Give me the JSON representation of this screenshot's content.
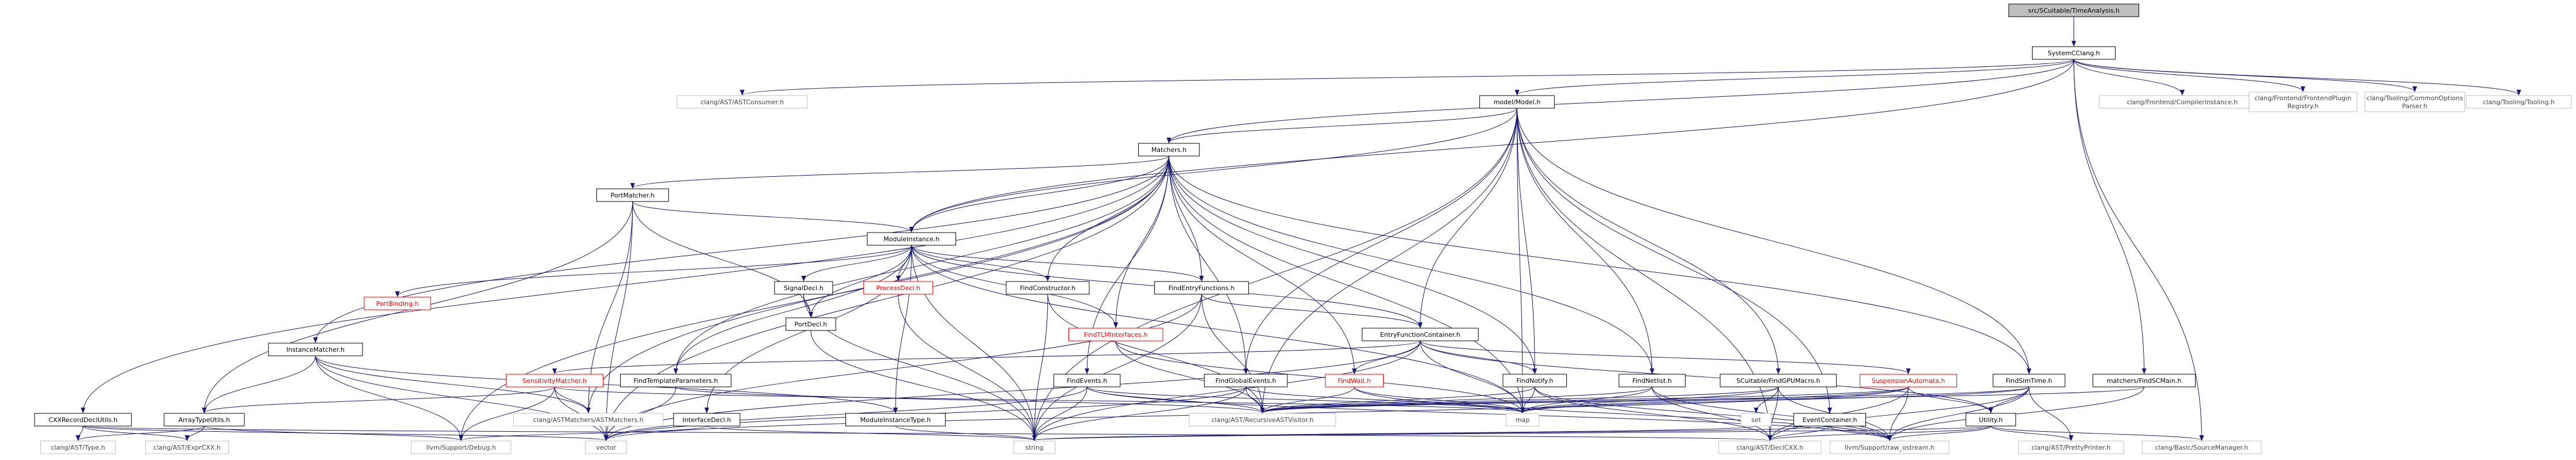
{
  "colors": {
    "edge": "#191970",
    "box_border": "#000000",
    "box_fill": "#ffffff",
    "root_fill": "#bfbfbf",
    "ext_border": "#bfbfbf",
    "ext_text": "#444444",
    "red_border": "#ff0000",
    "red_text": "#ff0000",
    "text": "#000000"
  },
  "nodes": [
    {
      "id": "root",
      "label": "src/SCuitable/TimeAnalysis.h",
      "kind": "root"
    },
    {
      "id": "systemc",
      "label": "SystemCClang.h",
      "kind": "normal"
    },
    {
      "id": "astconsumer",
      "label": "clang/AST/ASTConsumer.h",
      "kind": "ext"
    },
    {
      "id": "model",
      "label": "model/Model.h",
      "kind": "normal"
    },
    {
      "id": "compilerinstance",
      "label": "clang/Frontend/CompilerInstance.h",
      "kind": "ext"
    },
    {
      "id": "frontendplugin",
      "label": "clang/Frontend/FrontendPluginRegistry.h",
      "kind": "ext"
    },
    {
      "id": "commonoptions",
      "label": "clang/Tooling/CommonOptionsParser.h",
      "kind": "ext"
    },
    {
      "id": "tooling",
      "label": "clang/Tooling/Tooling.h",
      "kind": "ext"
    },
    {
      "id": "matchers",
      "label": "Matchers.h",
      "kind": "normal"
    },
    {
      "id": "portmatcher",
      "label": "PortMatcher.h",
      "kind": "normal"
    },
    {
      "id": "moduleinstance",
      "label": "ModuleInstance.h",
      "kind": "normal"
    },
    {
      "id": "cxxrecord",
      "label": "CXXRecordDeclUtils.h",
      "kind": "normal"
    },
    {
      "id": "portbinding",
      "label": "PortBinding.h",
      "kind": "red"
    },
    {
      "id": "instancematcher",
      "label": "InstanceMatcher.h",
      "kind": "normal"
    },
    {
      "id": "signaldecl",
      "label": "SignalDecl.h",
      "kind": "normal"
    },
    {
      "id": "processdecl",
      "label": "ProcessDecl.h",
      "kind": "red"
    },
    {
      "id": "portdecl",
      "label": "PortDecl.h",
      "kind": "normal"
    },
    {
      "id": "findconstructor",
      "label": "FindConstructor.h",
      "kind": "normal"
    },
    {
      "id": "findentryfunctions",
      "label": "FindEntryFunctions.h",
      "kind": "normal"
    },
    {
      "id": "findtlm",
      "label": "FindTLMInterfaces.h",
      "kind": "red"
    },
    {
      "id": "entryfunctioncontainer",
      "label": "EntryFunctionContainer.h",
      "kind": "normal"
    },
    {
      "id": "findtemplateparams",
      "label": "FindTemplateParameters.h",
      "kind": "normal"
    },
    {
      "id": "findevents",
      "label": "FindEvents.h",
      "kind": "normal"
    },
    {
      "id": "findglobalevents",
      "label": "FindGlobalEvents.h",
      "kind": "normal"
    },
    {
      "id": "findwait",
      "label": "FindWait.h",
      "kind": "red"
    },
    {
      "id": "findnotify",
      "label": "FindNotify.h",
      "kind": "normal"
    },
    {
      "id": "findnetlist",
      "label": "FindNetlist.h",
      "kind": "normal"
    },
    {
      "id": "findgpumacro",
      "label": "SCuitable/FindGPUMacro.h",
      "kind": "normal"
    },
    {
      "id": "suspension",
      "label": "SuspensionAutomata.h",
      "kind": "red"
    },
    {
      "id": "findsimtime",
      "label": "FindSimTime.h",
      "kind": "normal"
    },
    {
      "id": "findscmain",
      "label": "matchers/FindSCMain.h",
      "kind": "normal"
    },
    {
      "id": "sensitivity",
      "label": "SensitivityMatcher.h",
      "kind": "red"
    },
    {
      "id": "arraytypeutils",
      "label": "ArrayTypeUtils.h",
      "kind": "normal"
    },
    {
      "id": "astmatchers",
      "label": "clang/ASTMatchers/ASTMatchers.h",
      "kind": "ext"
    },
    {
      "id": "interfacedecl",
      "label": "InterfaceDecl.h",
      "kind": "normal"
    },
    {
      "id": "moduleinstancetype",
      "label": "ModuleInstanceType.h",
      "kind": "normal"
    },
    {
      "id": "recursiveast",
      "label": "clang/AST/RecursiveASTVisitor.h",
      "kind": "ext"
    },
    {
      "id": "map",
      "label": "map",
      "kind": "ext"
    },
    {
      "id": "set",
      "label": "set",
      "kind": "ext"
    },
    {
      "id": "eventcontainer",
      "label": "EventContainer.h",
      "kind": "normal"
    },
    {
      "id": "utility",
      "label": "Utility.h",
      "kind": "normal"
    },
    {
      "id": "asttype",
      "label": "clang/AST/Type.h",
      "kind": "ext"
    },
    {
      "id": "exprcxx",
      "label": "clang/AST/ExprCXX.h",
      "kind": "ext"
    },
    {
      "id": "debug",
      "label": "llvm/Support/Debug.h",
      "kind": "ext"
    },
    {
      "id": "vector",
      "label": "vector",
      "kind": "ext"
    },
    {
      "id": "string",
      "label": "string",
      "kind": "ext"
    },
    {
      "id": "declcxx",
      "label": "clang/AST/DeclCXX.h",
      "kind": "ext"
    },
    {
      "id": "rawostream",
      "label": "llvm/Support/raw_ostream.h",
      "kind": "ext"
    },
    {
      "id": "prettyprinter",
      "label": "clang/AST/PrettyPrinter.h",
      "kind": "ext"
    },
    {
      "id": "sourcemanager",
      "label": "clang/Basic/SourceManager.h",
      "kind": "ext"
    }
  ],
  "edges": [
    [
      "root",
      "systemc"
    ],
    [
      "systemc",
      "astconsumer"
    ],
    [
      "systemc",
      "model"
    ],
    [
      "systemc",
      "compilerinstance"
    ],
    [
      "systemc",
      "frontendplugin"
    ],
    [
      "systemc",
      "commonoptions"
    ],
    [
      "systemc",
      "tooling"
    ],
    [
      "systemc",
      "matchers"
    ],
    [
      "systemc",
      "findscmain"
    ],
    [
      "systemc",
      "sourcemanager"
    ],
    [
      "systemc",
      "moduleinstance"
    ],
    [
      "model",
      "matchers"
    ],
    [
      "model",
      "moduleinstance"
    ],
    [
      "model",
      "findsimtime"
    ],
    [
      "model",
      "findnetlist"
    ],
    [
      "model",
      "findgpumacro"
    ],
    [
      "model",
      "entryfunctioncontainer"
    ],
    [
      "model",
      "findglobalevents"
    ],
    [
      "model",
      "eventcontainer"
    ],
    [
      "model",
      "map"
    ],
    [
      "model",
      "string"
    ],
    [
      "model",
      "declcxx"
    ],
    [
      "model",
      "recursiveast"
    ],
    [
      "model",
      "findnotify"
    ],
    [
      "matchers",
      "portmatcher"
    ],
    [
      "matchers",
      "moduleinstance"
    ],
    [
      "matchers",
      "cxxrecord"
    ],
    [
      "matchers",
      "instancematcher"
    ],
    [
      "matchers",
      "findconstructor"
    ],
    [
      "matchers",
      "findentryfunctions"
    ],
    [
      "matchers",
      "findtlm"
    ],
    [
      "matchers",
      "findglobalevents"
    ],
    [
      "matchers",
      "findwait"
    ],
    [
      "matchers",
      "findnotify"
    ],
    [
      "matchers",
      "findnetlist"
    ],
    [
      "matchers",
      "findsimtime"
    ],
    [
      "matchers",
      "findtemplateparams"
    ],
    [
      "matchers",
      "findevents"
    ],
    [
      "matchers",
      "vector"
    ],
    [
      "matchers",
      "map"
    ],
    [
      "matchers",
      "astmatchers"
    ],
    [
      "matchers",
      "debug"
    ],
    [
      "portmatcher",
      "moduleinstance"
    ],
    [
      "portmatcher",
      "portdecl"
    ],
    [
      "portmatcher",
      "arraytypeutils"
    ],
    [
      "portmatcher",
      "astmatchers"
    ],
    [
      "portmatcher",
      "vector"
    ],
    [
      "moduleinstance",
      "portbinding"
    ],
    [
      "moduleinstance",
      "signaldecl"
    ],
    [
      "moduleinstance",
      "processdecl"
    ],
    [
      "moduleinstance",
      "portdecl"
    ],
    [
      "moduleinstance",
      "findconstructor"
    ],
    [
      "moduleinstance",
      "findentryfunctions"
    ],
    [
      "moduleinstance",
      "findtlm"
    ],
    [
      "moduleinstance",
      "entryfunctioncontainer"
    ],
    [
      "moduleinstance",
      "interfacedecl"
    ],
    [
      "moduleinstance",
      "moduleinstancetype"
    ],
    [
      "moduleinstance",
      "findtemplateparams"
    ],
    [
      "moduleinstance",
      "map"
    ],
    [
      "moduleinstance",
      "string"
    ],
    [
      "cxxrecord",
      "asttype"
    ],
    [
      "cxxrecord",
      "exprcxx"
    ],
    [
      "cxxrecord",
      "declcxx"
    ],
    [
      "cxxrecord",
      "vector"
    ],
    [
      "instancematcher",
      "arraytypeutils"
    ],
    [
      "instancematcher",
      "astmatchers"
    ],
    [
      "instancematcher",
      "moduleinstancetype"
    ],
    [
      "instancematcher",
      "debug"
    ],
    [
      "instancematcher",
      "vector"
    ],
    [
      "signaldecl",
      "portdecl"
    ],
    [
      "signaldecl",
      "string"
    ],
    [
      "processdecl",
      "string"
    ],
    [
      "portdecl",
      "string"
    ],
    [
      "findconstructor",
      "recursiveast"
    ],
    [
      "findconstructor",
      "string"
    ],
    [
      "findentryfunctions",
      "entryfunctioncontainer"
    ],
    [
      "findentryfunctions",
      "recursiveast"
    ],
    [
      "findentryfunctions",
      "vector"
    ],
    [
      "findentryfunctions",
      "string"
    ],
    [
      "findtlm",
      "recursiveast"
    ],
    [
      "findtlm",
      "map"
    ],
    [
      "entryfunctioncontainer",
      "sensitivity"
    ],
    [
      "entryfunctioncontainer",
      "findwait"
    ],
    [
      "entryfunctioncontainer",
      "findnotify"
    ],
    [
      "entryfunctioncontainer",
      "suspension"
    ],
    [
      "entryfunctioncontainer",
      "utility"
    ],
    [
      "entryfunctioncontainer",
      "map"
    ],
    [
      "entryfunctioncontainer",
      "vector"
    ],
    [
      "entryfunctioncontainer",
      "string"
    ],
    [
      "findtemplateparams",
      "recursiveast"
    ],
    [
      "findtemplateparams",
      "vector"
    ],
    [
      "findevents",
      "recursiveast"
    ],
    [
      "findevents",
      "map"
    ],
    [
      "findevents",
      "string"
    ],
    [
      "findevents",
      "rawostream"
    ],
    [
      "findevents",
      "vector"
    ],
    [
      "findglobalevents",
      "recursiveast"
    ],
    [
      "findglobalevents",
      "map"
    ],
    [
      "findglobalevents",
      "string"
    ],
    [
      "findglobalevents",
      "vector"
    ],
    [
      "findwait",
      "recursiveast"
    ],
    [
      "findwait",
      "map"
    ],
    [
      "findwait",
      "rawostream"
    ],
    [
      "findnotify",
      "recursiveast"
    ],
    [
      "findnotify",
      "map"
    ],
    [
      "findnotify",
      "declcxx"
    ],
    [
      "findnotify",
      "rawostream"
    ],
    [
      "findnetlist",
      "recursiveast"
    ],
    [
      "findnetlist",
      "map"
    ],
    [
      "findnetlist",
      "declcxx"
    ],
    [
      "findnetlist",
      "rawostream"
    ],
    [
      "findgpumacro",
      "set"
    ],
    [
      "findgpumacro",
      "recursiveast"
    ],
    [
      "findgpumacro",
      "map"
    ],
    [
      "findgpumacro",
      "declcxx"
    ],
    [
      "findgpumacro",
      "rawostream"
    ],
    [
      "suspension",
      "utility"
    ],
    [
      "suspension",
      "recursiveast"
    ],
    [
      "suspension",
      "map"
    ],
    [
      "suspension",
      "vector"
    ],
    [
      "suspension",
      "rawostream"
    ],
    [
      "suspension",
      "declcxx"
    ],
    [
      "findsimtime",
      "utility"
    ],
    [
      "findsimtime",
      "recursiveast"
    ],
    [
      "findsimtime",
      "map"
    ],
    [
      "findsimtime",
      "prettyprinter"
    ],
    [
      "findsimtime",
      "rawostream"
    ],
    [
      "findsimtime",
      "declcxx"
    ],
    [
      "findscmain",
      "recursiveast"
    ],
    [
      "findscmain",
      "rawostream"
    ],
    [
      "sensitivity",
      "arraytypeutils"
    ],
    [
      "sensitivity",
      "astmatchers"
    ],
    [
      "sensitivity",
      "debug"
    ],
    [
      "sensitivity",
      "vector"
    ],
    [
      "sensitivity",
      "map"
    ],
    [
      "arraytypeutils",
      "asttype"
    ],
    [
      "arraytypeutils",
      "exprcxx"
    ],
    [
      "arraytypeutils",
      "debug"
    ],
    [
      "interfacedecl",
      "string"
    ],
    [
      "interfacedecl",
      "debug"
    ],
    [
      "moduleinstancetype",
      "string"
    ],
    [
      "set",
      "string"
    ],
    [
      "eventcontainer",
      "string"
    ],
    [
      "eventcontainer",
      "rawostream"
    ],
    [
      "eventcontainer",
      "declcxx"
    ],
    [
      "utility",
      "string"
    ],
    [
      "utility",
      "rawostream"
    ],
    [
      "utility",
      "prettyprinter"
    ],
    [
      "utility",
      "sourcemanager"
    ],
    [
      "utility",
      "declcxx"
    ]
  ]
}
